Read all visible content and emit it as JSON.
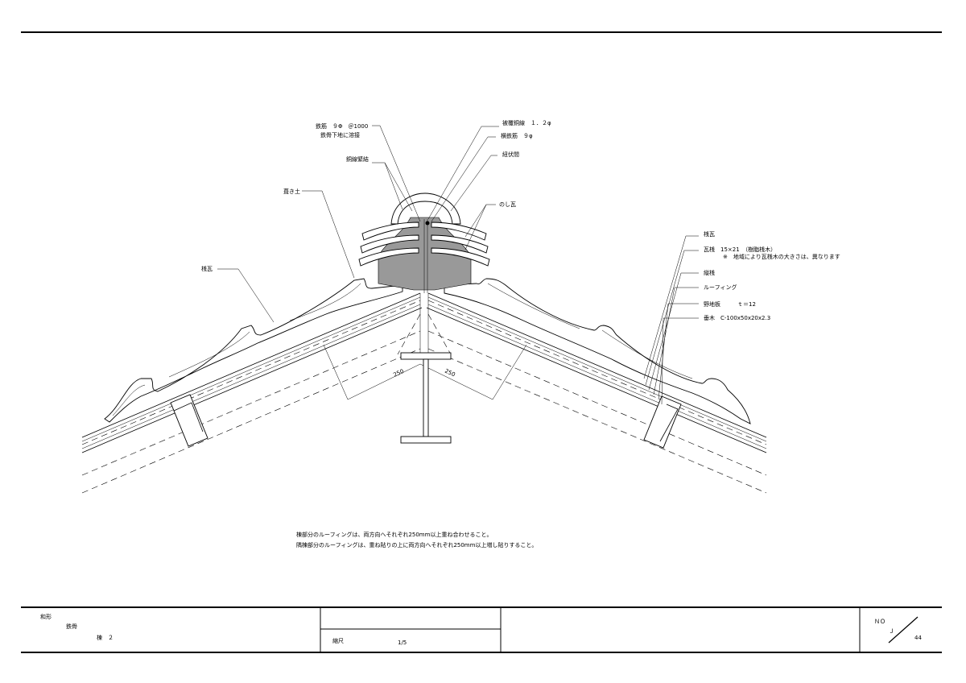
{
  "labels": {
    "rebar": "鉄筋　９Φ　＠1000",
    "rebar_weld": "鉄骨下地に溶接",
    "copper_wire": "銅線緊結",
    "fill_mortar": "葺き土",
    "left_sangawara": "桟瓦",
    "coated_copper": "被覆銅線　１．２φ",
    "horiz_rebar": "横鉄筋　９φ",
    "ganburi": "紐伏間",
    "noshi": "のし瓦",
    "right_sangawara": "桟瓦",
    "batten": "瓦桟　15×21　（樹脂桟木）",
    "batten_note": "※　地域により瓦桟木の大きさは、異なります",
    "counter_batten": "縦桟",
    "roofing": "ルーフィング",
    "sheathing": "野地板　　　ｔ＝12",
    "rafter": "垂木　C-100x50x20x2.3",
    "dim_left": "250",
    "dim_right": "250"
  },
  "notes": {
    "line1": "棟部分のルーフィングは、両方向へそれぞれ250mm以上重ね合わせること。",
    "line2": "隅棟部分のルーフィングは、重ね貼りの上に両方向へそれぞれ250mm以上増し貼りすること。"
  },
  "title_block": {
    "category": "和形",
    "subcategory": "鉄骨",
    "name": "棟　２",
    "scale_label": "縮尺",
    "scale_value": "1/5",
    "no_label": "ＮＯ",
    "series": "Ｊ",
    "number": "44"
  }
}
